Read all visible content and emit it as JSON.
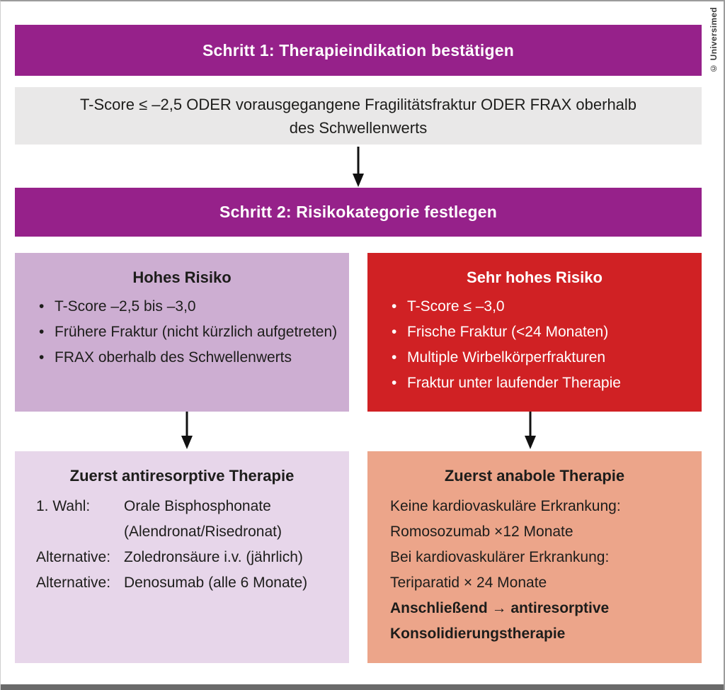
{
  "credit": "© Universimed",
  "step1_banner": "Schritt 1: Therapieindikation bestätigen",
  "indication_text": "T-Score ≤ –2,5 ODER vorausgegangene Fragilitätsfraktur ODER FRAX oberhalb des Schwellenwerts",
  "step2_banner": "Schritt 2: Risikokategorie festlegen",
  "high_risk": {
    "title": "Hohes Risiko",
    "bullets": [
      "T-Score –2,5 bis –3,0",
      "Frühere Fraktur (nicht kürzlich aufgetreten)",
      "FRAX oberhalb des Schwellenwerts"
    ]
  },
  "very_high_risk": {
    "title": "Sehr hohes Risiko",
    "bullets": [
      "T-Score ≤ –3,0",
      "Frische Fraktur (<24 Monaten)",
      "Multiple Wirbelkörperfrakturen",
      "Fraktur unter laufender Therapie"
    ]
  },
  "antiresorptive_therapy": {
    "title": "Zuerst antiresorptive Therapie",
    "rows": [
      {
        "label": "1. Wahl:",
        "value": "Orale Bisphosphonate"
      },
      {
        "label": "",
        "value": "(Alendronat/Risedronat)"
      },
      {
        "label": "Alternative:",
        "value": "Zoledronsäure i.v. (jährlich)"
      },
      {
        "label": "Alternative:",
        "value": "Denosumab (alle 6 Monate)"
      }
    ]
  },
  "anabolic_therapy": {
    "title": "Zuerst anabole Therapie",
    "lines": [
      "Keine kardiovaskuläre Erkrankung:",
      "Romosozumab ×12 Monate",
      "Bei kardiovaskulärer Erkrankung:",
      "Teriparatid × 24 Monate",
      "Anschließend → antiresorptive",
      "Konsolidierungstherapie"
    ]
  },
  "colors": {
    "banner_purple": "#96218a",
    "indication_gray": "#e9e8e8",
    "high_risk_lavender": "#cdaed2",
    "very_high_risk_red": "#d02124",
    "antiresorptive_light_lavender": "#e7d6ea",
    "anabolic_salmon": "#eca58a",
    "arrow_black": "#111111",
    "bottom_bar_gray": "#6a6a6a"
  }
}
